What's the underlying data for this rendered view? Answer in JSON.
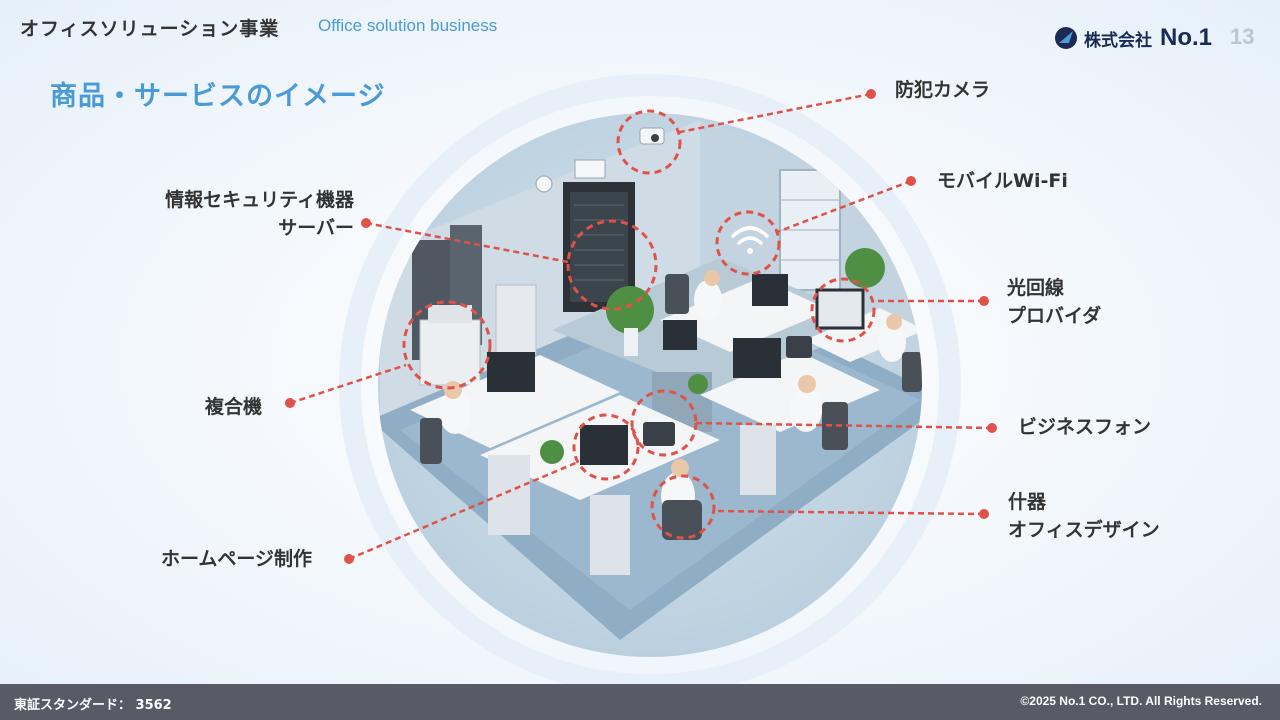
{
  "header": {
    "title": "オフィスソリューション事業",
    "subtitle": "Office solution business",
    "company": "株式会社",
    "company_no": "No.1",
    "page_number": "13"
  },
  "section_title": "商品・サービスのイメージ",
  "labels": {
    "security_camera": "防犯カメラ",
    "mobile_wifi": "モバイルWi-Fi",
    "info_security_1": "情報セキュリティ機器",
    "info_security_2": "サーバー",
    "fiber_1": "光回線",
    "fiber_2": "プロバイダ",
    "mfp": "複合機",
    "business_phone": "ビジネスフォン",
    "furniture_1": "什器",
    "furniture_2": "オフィスデザイン",
    "homepage": "ホームページ制作"
  },
  "footer": {
    "left": "東証スタンダード： 3562",
    "right": "©2025 No.1 CO., LTD. All Rights Reserved."
  },
  "colors": {
    "accent_blue": "#4a9ad6",
    "callout_red": "#e05248",
    "footer_bg": "#585a66",
    "logo_navy": "#1a2a55"
  }
}
